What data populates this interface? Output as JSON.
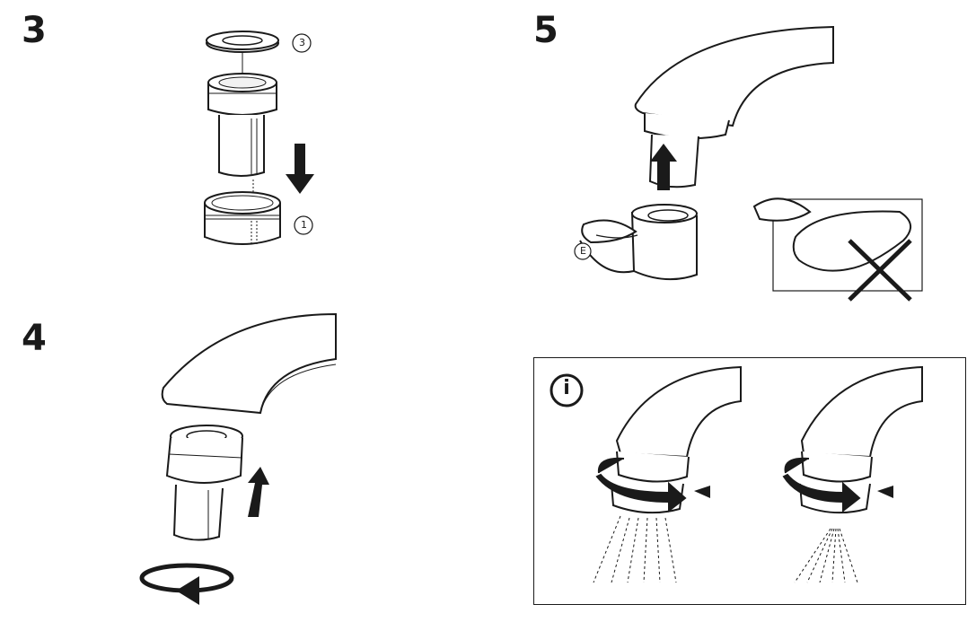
{
  "steps": {
    "s3": {
      "number": "3"
    },
    "s4": {
      "number": "4"
    },
    "s5": {
      "number": "5"
    }
  },
  "callouts": {
    "c3": "3",
    "c1": "1",
    "cE": "E"
  },
  "info": {
    "icon_label": "i"
  },
  "colors": {
    "ink": "#1a1a1a",
    "background": "#ffffff",
    "shade": "#e6e6e6"
  },
  "icons": [
    "down-arrow-icon",
    "up-arrow-icon",
    "rotate-arrow-icon",
    "cross-icon",
    "hand-icon",
    "info-icon"
  ]
}
